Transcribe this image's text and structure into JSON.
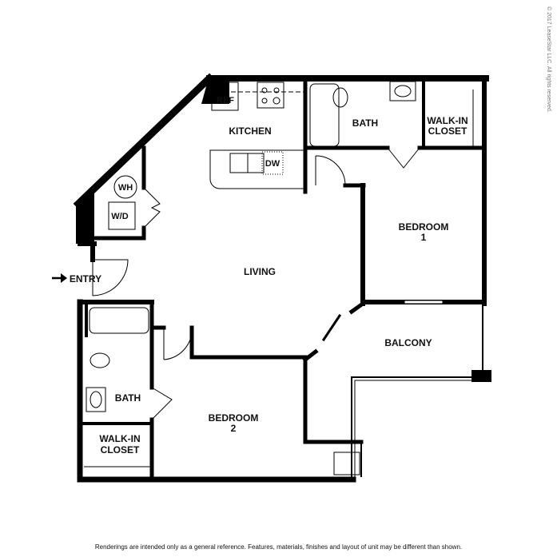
{
  "copyright": "© 2017 LeaseStar LLC. All rights reserved.",
  "disclaimer": "Renderings are intended only as a general reference. Features, materials, finishes and layout of unit may be different than shown.",
  "rooms": {
    "kitchen": "KITCHEN",
    "bath1": "BATH",
    "walkin1_a": "WALK-IN",
    "walkin1_b": "CLOSET",
    "bedroom1_a": "BEDROOM",
    "bedroom1_b": "1",
    "living": "LIVING",
    "balcony": "BALCONY",
    "bath2": "BATH",
    "bedroom2_a": "BEDROOM",
    "bedroom2_b": "2",
    "walkin2_a": "WALK-IN",
    "walkin2_b": "CLOSET"
  },
  "fixtures": {
    "ref": "REF",
    "dw": "DW",
    "wh": "WH",
    "wd": "W/D"
  },
  "entry": {
    "label": "ENTRY"
  },
  "colors": {
    "wall": "#000000",
    "text": "#111111"
  }
}
